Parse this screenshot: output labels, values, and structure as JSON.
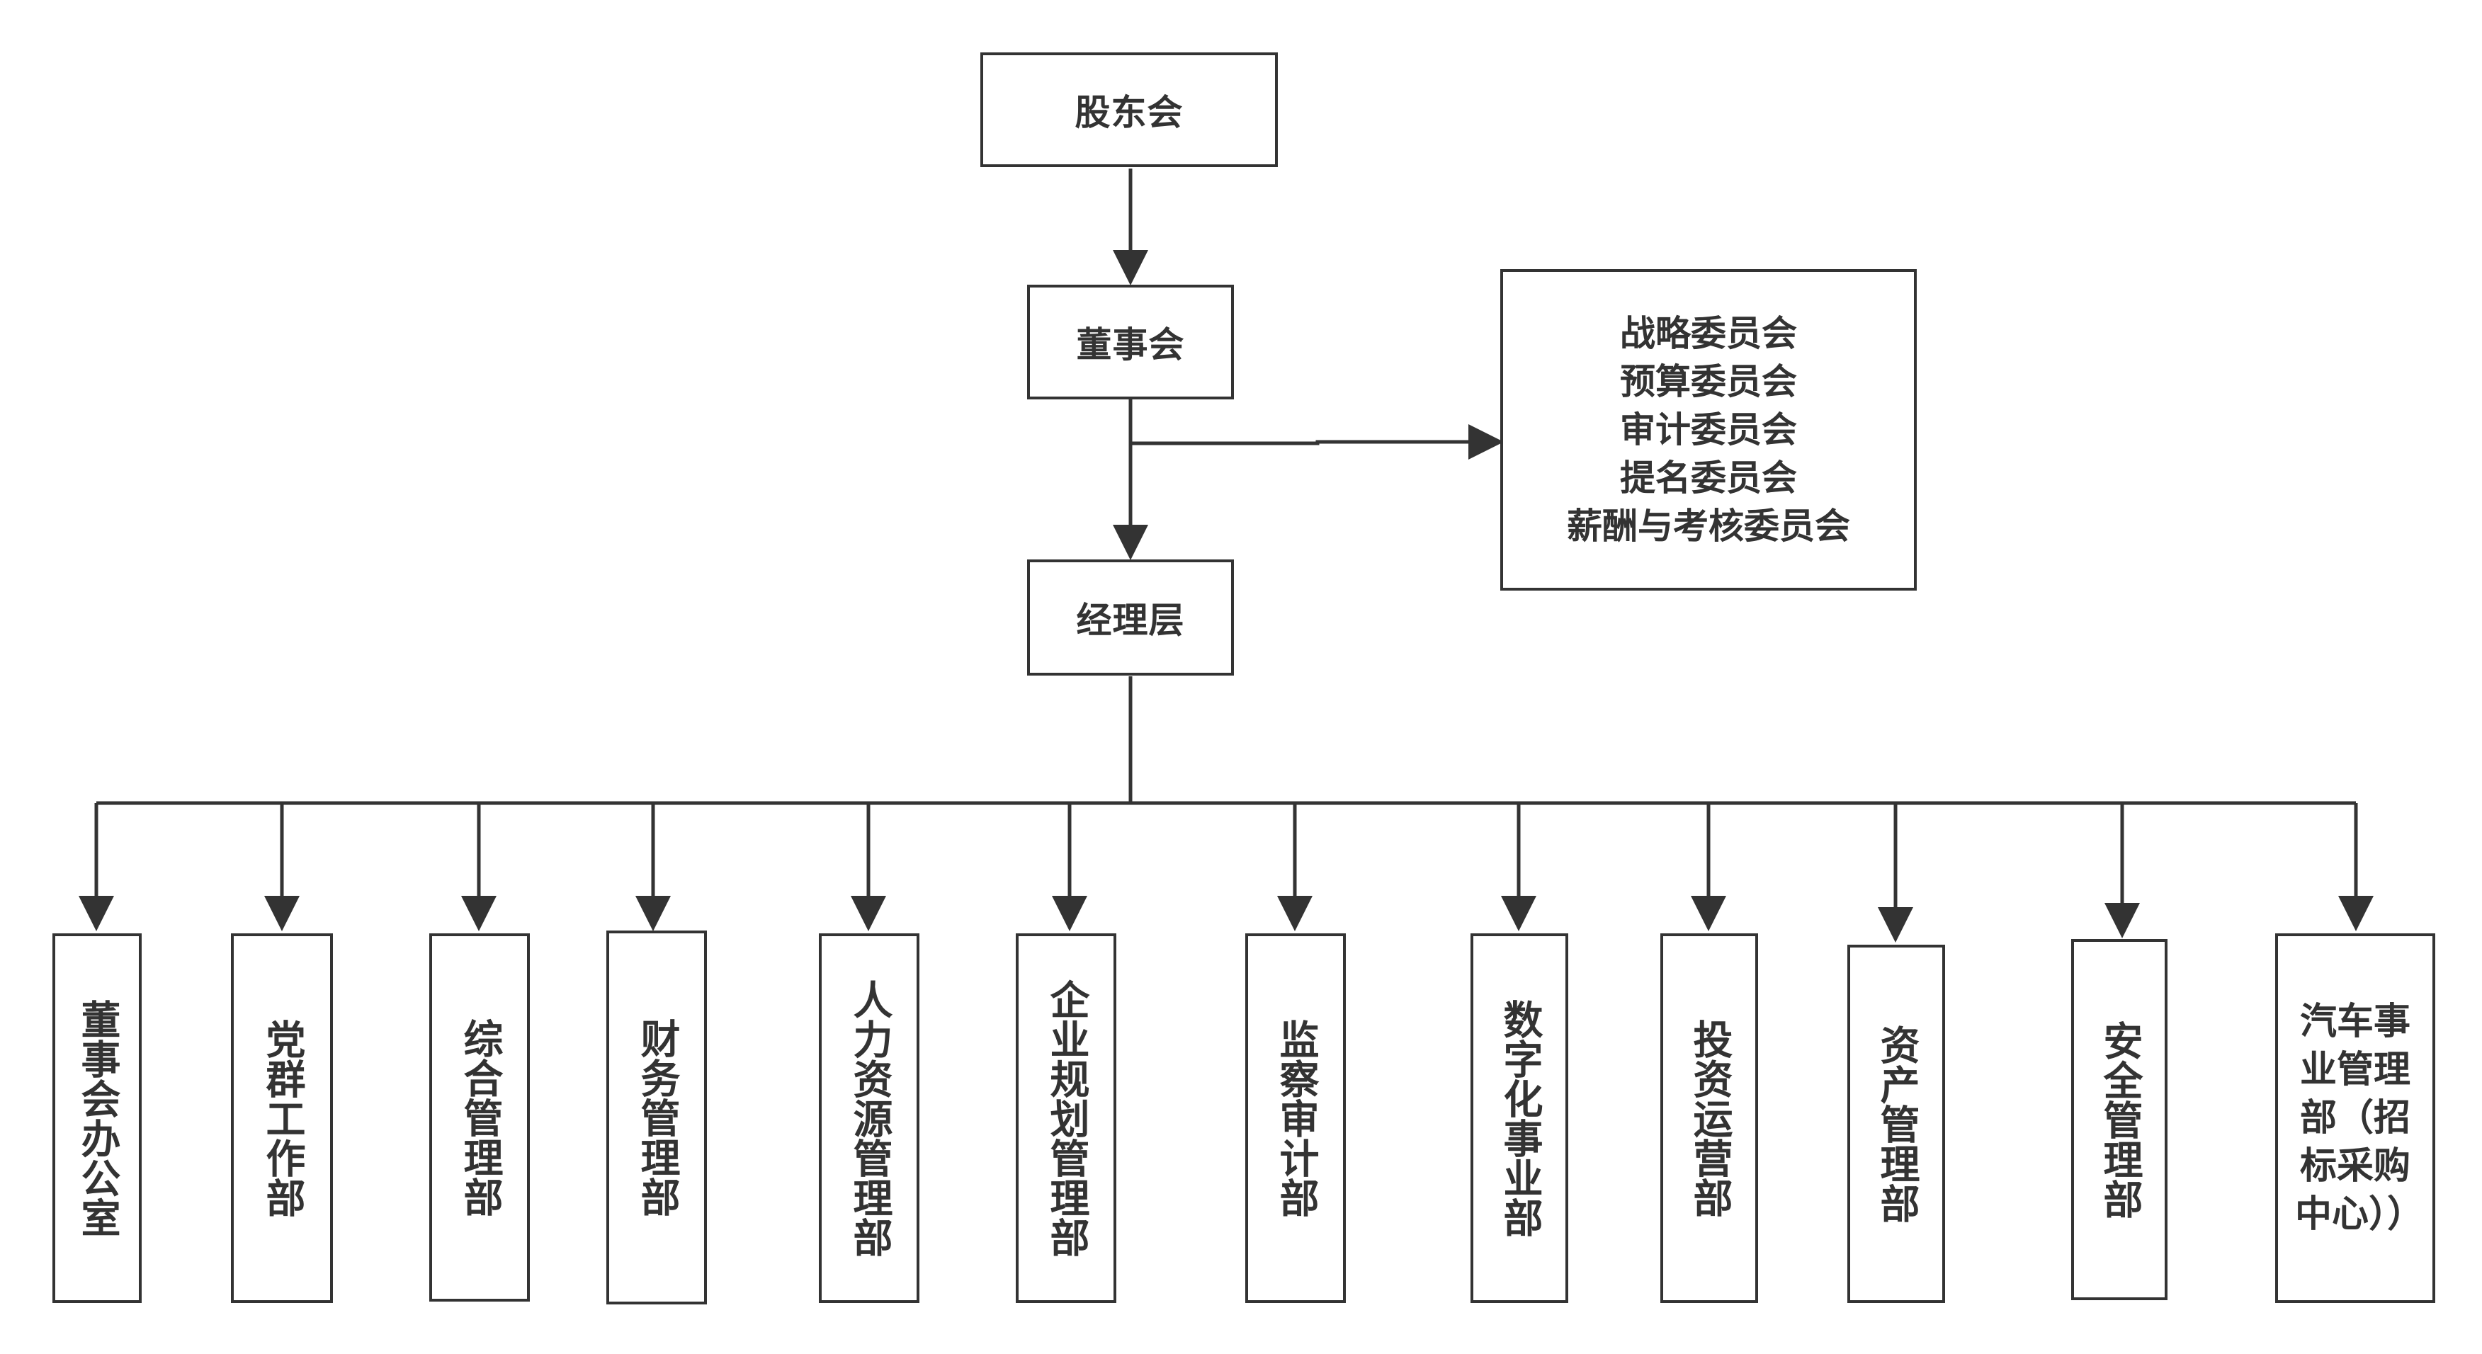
{
  "chart": {
    "shareholders": "股东会",
    "board": "董事会",
    "management": "经理层",
    "committees": [
      "战略委员会",
      "预算委员会",
      "审计委员会",
      "提名委员会",
      "薪酬与考核委员会"
    ],
    "departments": [
      "董事会办公室",
      "党群工作部",
      "综合管理部",
      "财务管理部",
      "人力资源管理部",
      "企业规划管理部",
      "监察审计部",
      "数字化事业部",
      "投资运营部",
      "资产管理部",
      "安全管理部",
      "汽车事业管理部（招标采购中心））"
    ]
  },
  "colors": {
    "line": "#333333",
    "border": "#333333",
    "text": "#333333",
    "background": "#ffffff"
  }
}
